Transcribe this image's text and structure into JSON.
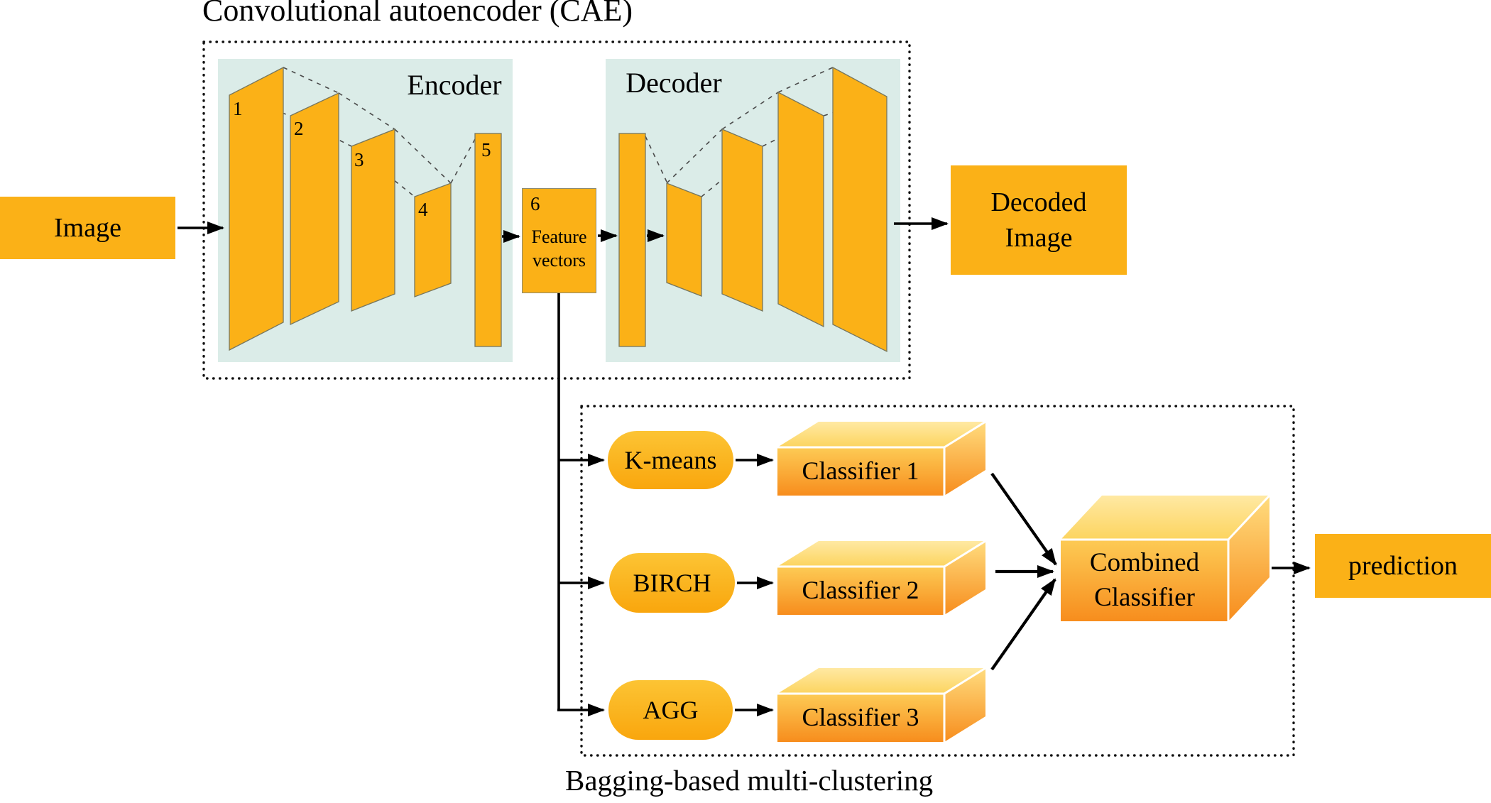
{
  "title": "Convolutional autoencoder (CAE)",
  "cae": {
    "encoder_label": "Encoder",
    "decoder_label": "Decoder",
    "layer_numbers": [
      "1",
      "2",
      "3",
      "4",
      "5",
      "6"
    ],
    "feature_box_label": "Feature\nvectors"
  },
  "io": {
    "input_label": "Image",
    "decoded_label": "Decoded\nImage",
    "prediction_label": "prediction"
  },
  "clustering": {
    "section_label": "Bagging-based multi-clustering",
    "methods": [
      "K-means",
      "BIRCH",
      "AGG"
    ],
    "classifiers": [
      "Classifier 1",
      "Classifier 2",
      "Classifier 3"
    ],
    "combined_label": "Combined\nClassifier"
  },
  "colors": {
    "box_orange": "#FBB117",
    "panel_teal": "#DBECE8",
    "classifier_gradient_top": "#FFE9A3",
    "classifier_gradient_bottom": "#F78D1D",
    "line_black": "#000000"
  }
}
